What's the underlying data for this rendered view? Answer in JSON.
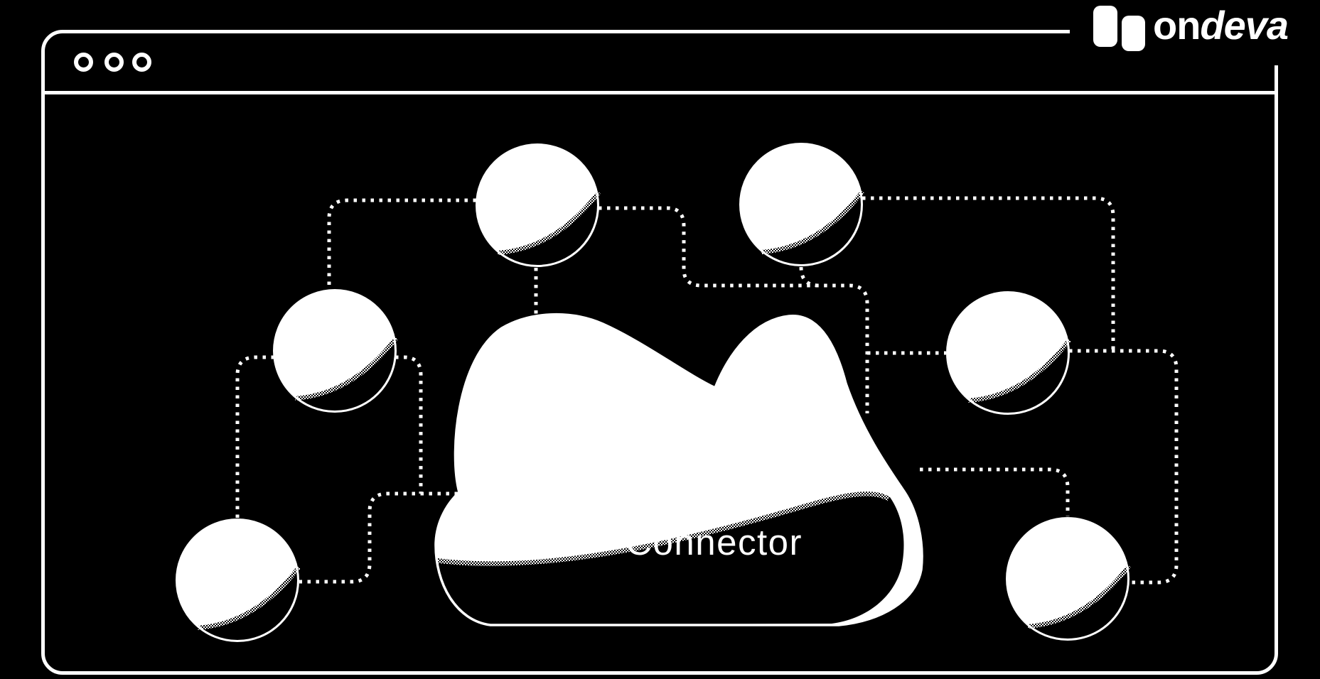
{
  "brand": {
    "logo_text_regular": "on",
    "logo_text_italic": "deva"
  },
  "window": {
    "type": "browser-mockup",
    "controls": [
      "minimize",
      "maximize",
      "close"
    ]
  },
  "illustration": {
    "cloud_label": "Connector",
    "nodes": [
      "node-top-left",
      "node-top-right",
      "node-left",
      "node-right",
      "node-bottom-left",
      "node-bottom-right"
    ],
    "description": "six integration nodes connected to central connector cloud by dotted lines"
  },
  "colors": {
    "background": "#000000",
    "foreground": "#ffffff"
  }
}
